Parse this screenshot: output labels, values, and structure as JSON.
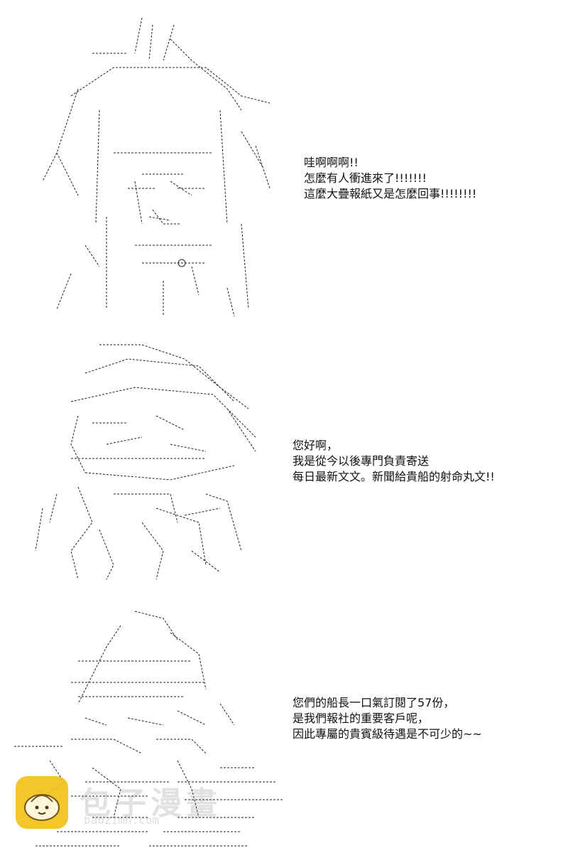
{
  "panels": [
    {
      "id": "panel-1",
      "character": "ascii-art-girl-surprised",
      "caption_lines": [
        "哇啊啊啊!!",
        "怎麼有人衝進來了!!!!!!!",
        "這麼大疊報紙又是怎麼回事!!!!!!!!"
      ]
    },
    {
      "id": "panel-2",
      "character": "ascii-art-reporter-greeting",
      "caption_lines": [
        "您好啊，",
        "我是從今以後專門負責寄送",
        "每日最新文文。新聞給貴船的射命丸文!!"
      ]
    },
    {
      "id": "panel-3",
      "character": "ascii-art-reporter-with-newspapers",
      "caption_lines": [
        "您們的船長一口氣訂閱了57份，",
        "是我們報社的重要客戶呢，",
        "因此專屬的貴賓級待遇是不可少的~~"
      ]
    }
  ],
  "watermark": {
    "icon": "bun-mascot-icon",
    "text": "包子漫畫",
    "url": "baozimh.com",
    "color": "#f4c21a"
  }
}
